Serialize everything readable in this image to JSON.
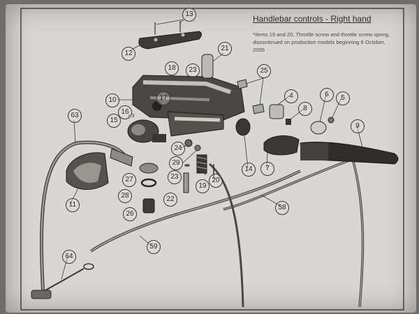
{
  "title": "Handlebar controls - Right hand",
  "note": "*Items 19 and 20, Throttle screw and throttle screw spring, discontinued on production models beginning 6 October, 2005",
  "quantity_marks": {
    "x3": "x 3",
    "star_marker": "*"
  },
  "callouts": [
    "4",
    "5",
    "6",
    "7",
    "8",
    "9",
    "10",
    "11",
    "12",
    "13",
    "14",
    "15",
    "16",
    "17",
    "18",
    "19",
    "20",
    "21",
    "22",
    "23",
    "23",
    "24",
    "25",
    "26",
    "27",
    "28",
    "29",
    "58",
    "59",
    "63",
    "64"
  ],
  "colors": {
    "paper": "#d9d7d3",
    "ink": "#2b2927",
    "metal_dark": "#3a3633",
    "metal_light": "#b9b5b0"
  }
}
